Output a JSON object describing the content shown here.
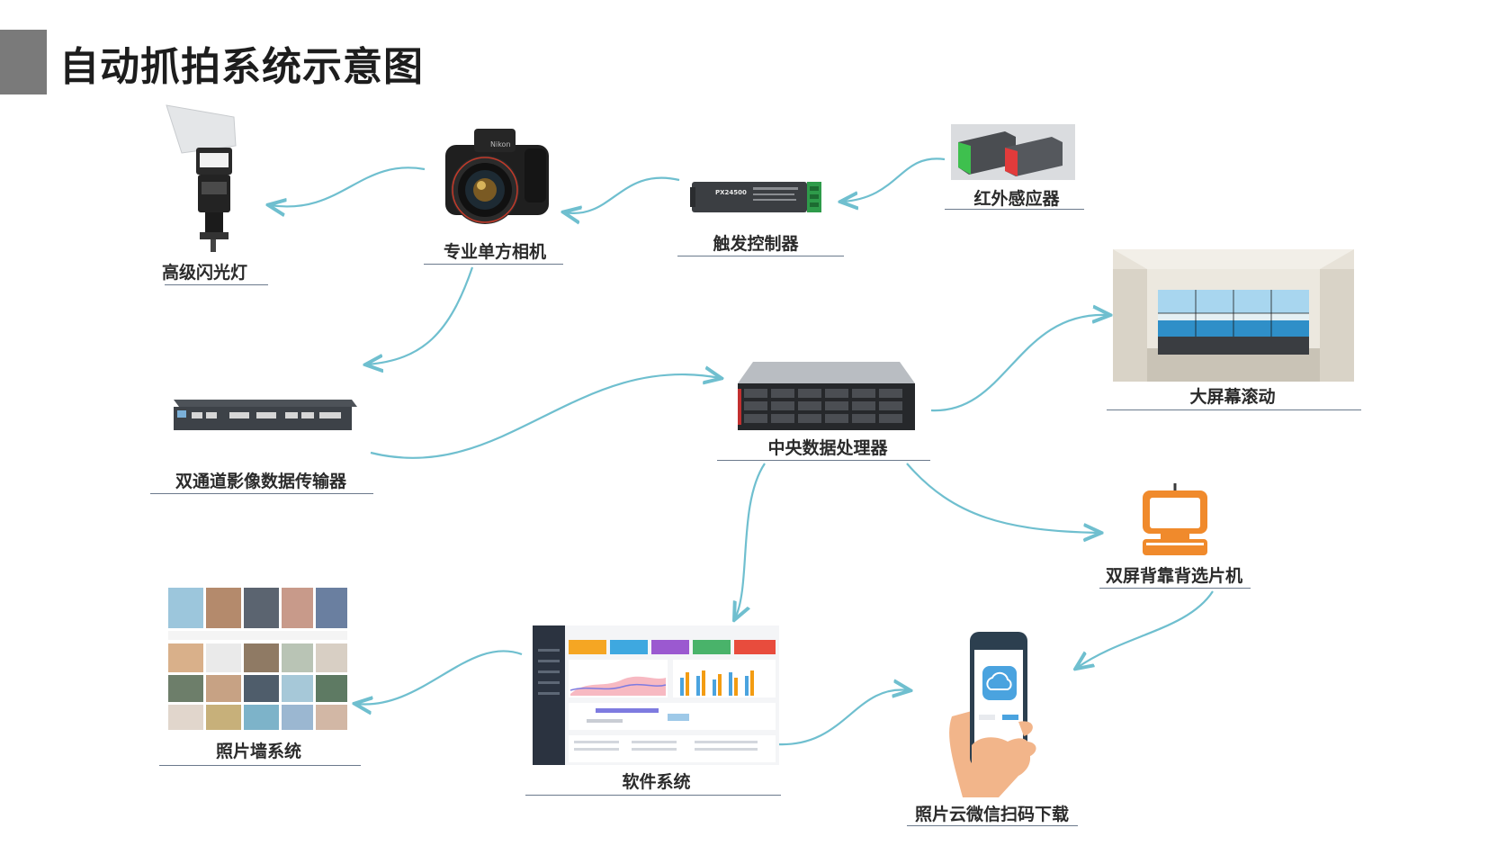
{
  "title": "自动抓拍系统示意图",
  "nodes": {
    "flash": "高级闪光灯",
    "camera": "专业单方相机",
    "trigger": "触发控制器",
    "infrared": "红外感应器",
    "transmitter": "双通道影像数据传输器",
    "processor": "中央数据处理器",
    "bigscreen": "大屏幕滚动",
    "kiosk": "双屏背靠背选片机",
    "photowall": "照片墙系统",
    "software": "软件系统",
    "wechat": "照片云微信扫码下载"
  },
  "trigger_device_text": "PX24500",
  "colors": {
    "arrow": "#6fbfcf",
    "underline": "#6b7a8c",
    "kiosk": "#f08a2c",
    "title_bar": "#7a7a7a"
  }
}
